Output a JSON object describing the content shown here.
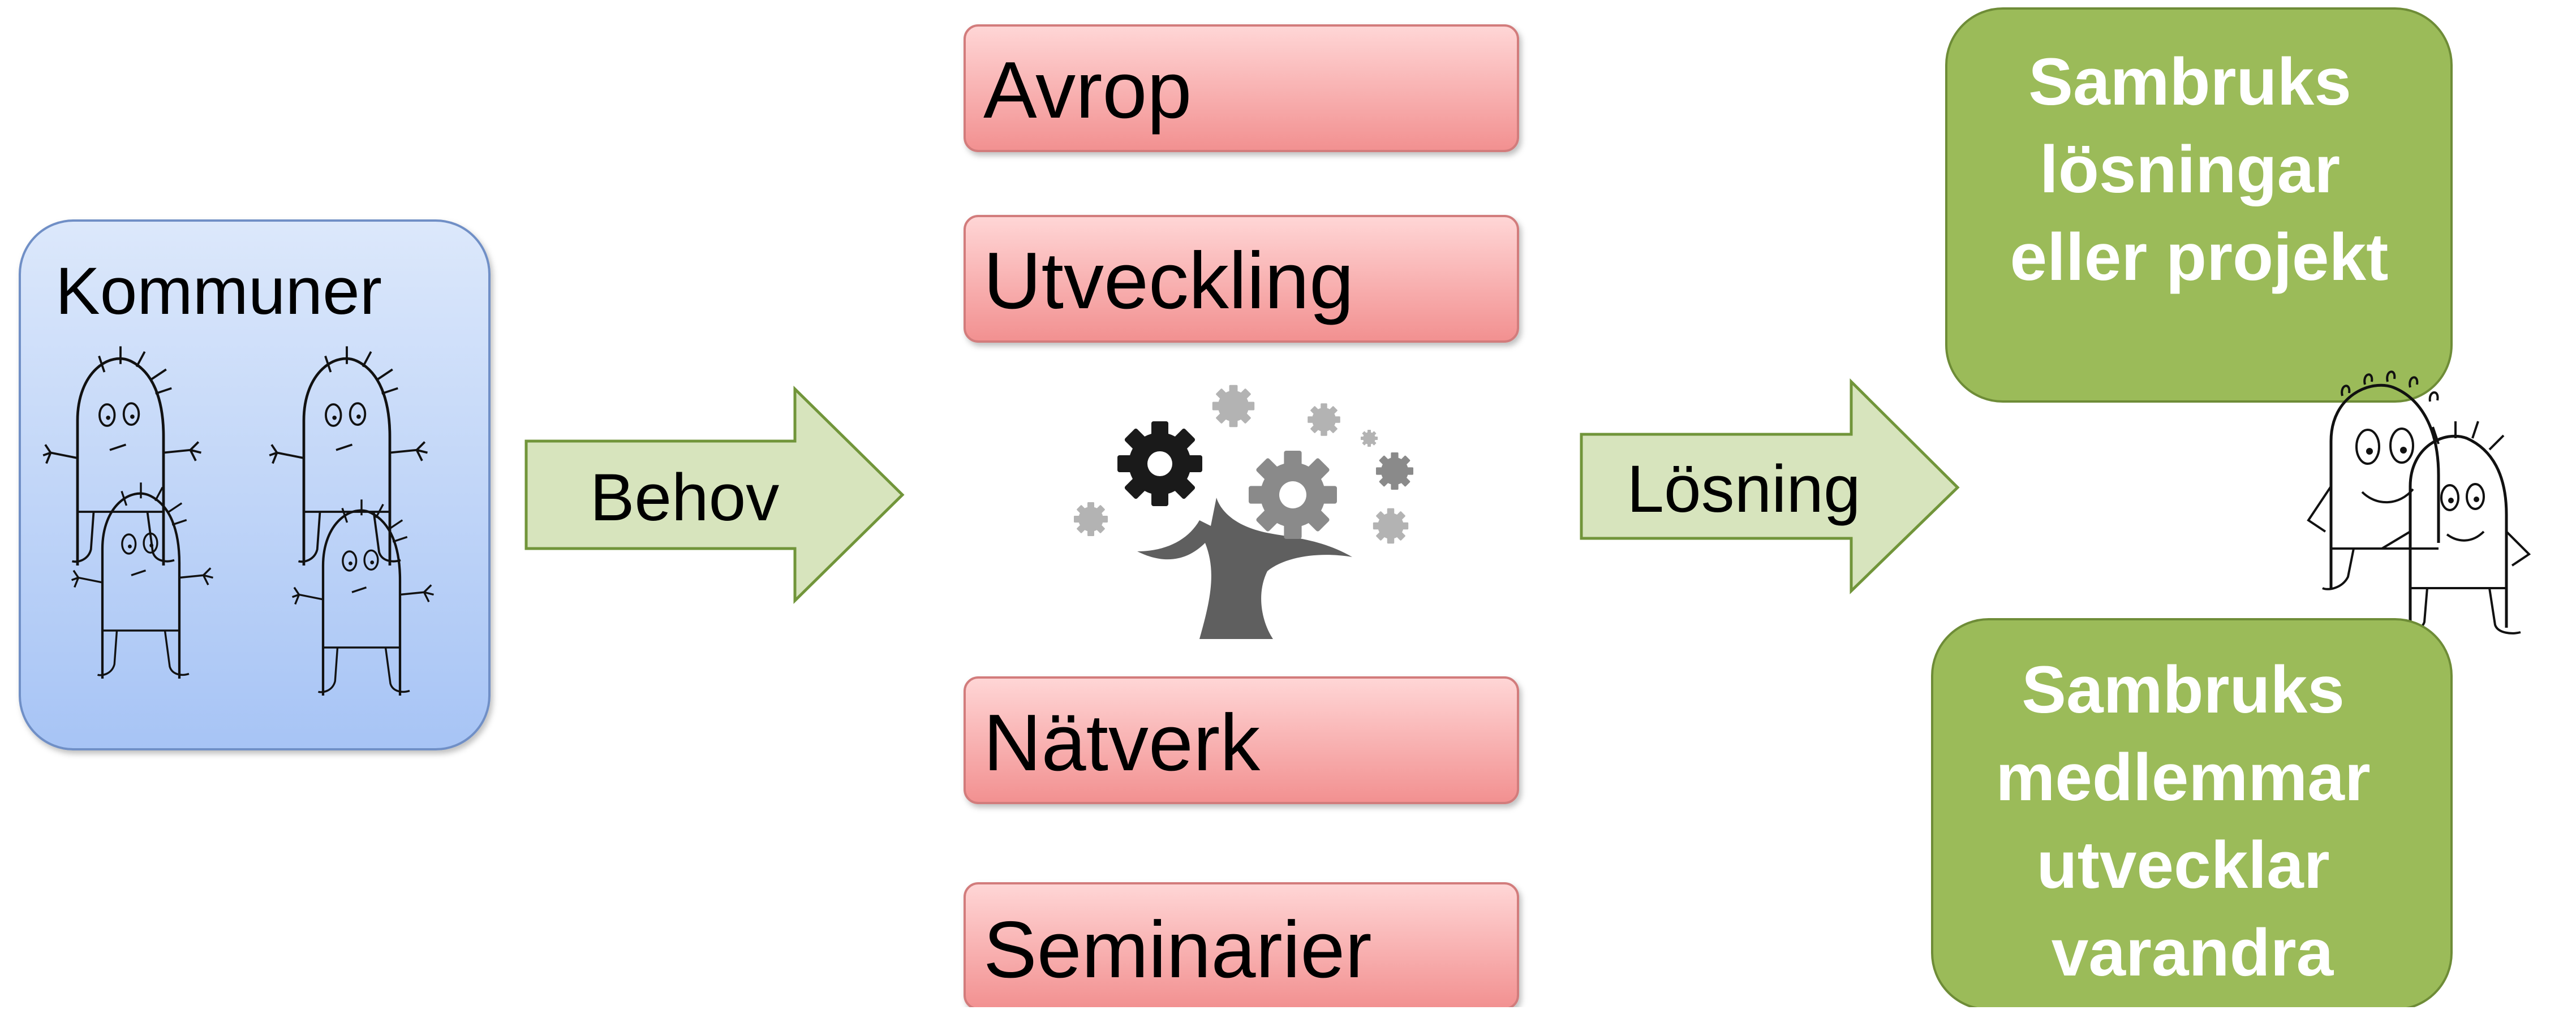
{
  "kommuner": {
    "label": "Kommuner"
  },
  "arrows": {
    "behov": {
      "label": "Behov"
    },
    "losning": {
      "label": "Lösning"
    }
  },
  "activities": {
    "avrop": "Avrop",
    "utveckling": "Utveckling",
    "natverk": "Nätverk",
    "seminarier": "Seminarier"
  },
  "outcomes": {
    "solutions": [
      "Sambruks",
      "lösningar",
      "eller projekt"
    ],
    "members": [
      "Sambruks",
      "medlemmar",
      "utvecklar",
      "varandra"
    ]
  },
  "colors": {
    "kommuner_top": "#dce8fb",
    "kommuner_bottom": "#a7c4f5",
    "kommuner_border": "#6f8fc6",
    "arrow_fill": "#d7e4bd",
    "arrow_border": "#71953a",
    "activity_top": "#ffd4d4",
    "activity_bottom": "#f39393",
    "activity_border": "#d27b7b",
    "outcome_fill": "#9bbb59",
    "outcome_border": "#6e8c37",
    "outcome_text": "#ffffff",
    "gear_dark": "#1a1a1a",
    "gear_grey": "#8a8a8a",
    "gear_light": "#b3b3b3",
    "trunk": "#5f5f5f"
  }
}
